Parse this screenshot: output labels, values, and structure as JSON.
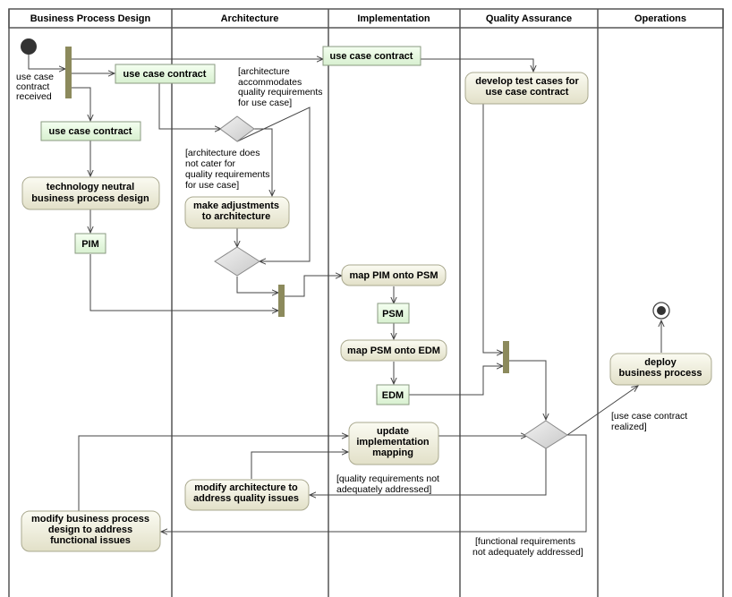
{
  "lanes": [
    "Business Process Design",
    "Architecture",
    "Implementation",
    "Quality Assurance",
    "Operations"
  ],
  "activities": {
    "tech_neutral": [
      "technology neutral",
      "business process design"
    ],
    "make_adjustments": [
      "make adjustments",
      "to architecture"
    ],
    "map_pim_psm": [
      "map PIM onto PSM"
    ],
    "map_psm_edm": [
      "map PSM onto EDM"
    ],
    "develop_tests": [
      "develop test cases for",
      "use case contract"
    ],
    "deploy": [
      "deploy",
      "business process"
    ],
    "update_impl": [
      "update",
      "implementation",
      "mapping"
    ],
    "modify_arch": [
      "modify architecture to",
      "address quality issues"
    ],
    "modify_bp": [
      "modify business process",
      "design to address",
      "functional issues"
    ]
  },
  "objects": {
    "ucc_top": "use case contract",
    "ucc_bpd": "use case contract",
    "ucc_impl": "use case contract",
    "pim": "PIM",
    "psm": "PSM",
    "edm": "EDM"
  },
  "guards": {
    "received": [
      "use case",
      "contract",
      "received"
    ],
    "arch_accommodates": [
      "[architecture",
      "accommodates",
      "quality requirements",
      "for use case]"
    ],
    "arch_not_cater": [
      "[architecture does",
      "not cater for",
      "quality requirements",
      "for use case]"
    ],
    "realized": [
      "[use case contract",
      "realized]"
    ],
    "quality_not": [
      "[quality requirements not",
      "adequately addressed]"
    ],
    "functional_not": [
      "[functional requirements",
      "not adequately addressed]"
    ]
  },
  "colors": {
    "activity_fill": "#ecebd8",
    "object_fill": "#e3f6dc",
    "bar_fill": "#8c8a5c",
    "decision_fill": "#d9d9d9"
  }
}
